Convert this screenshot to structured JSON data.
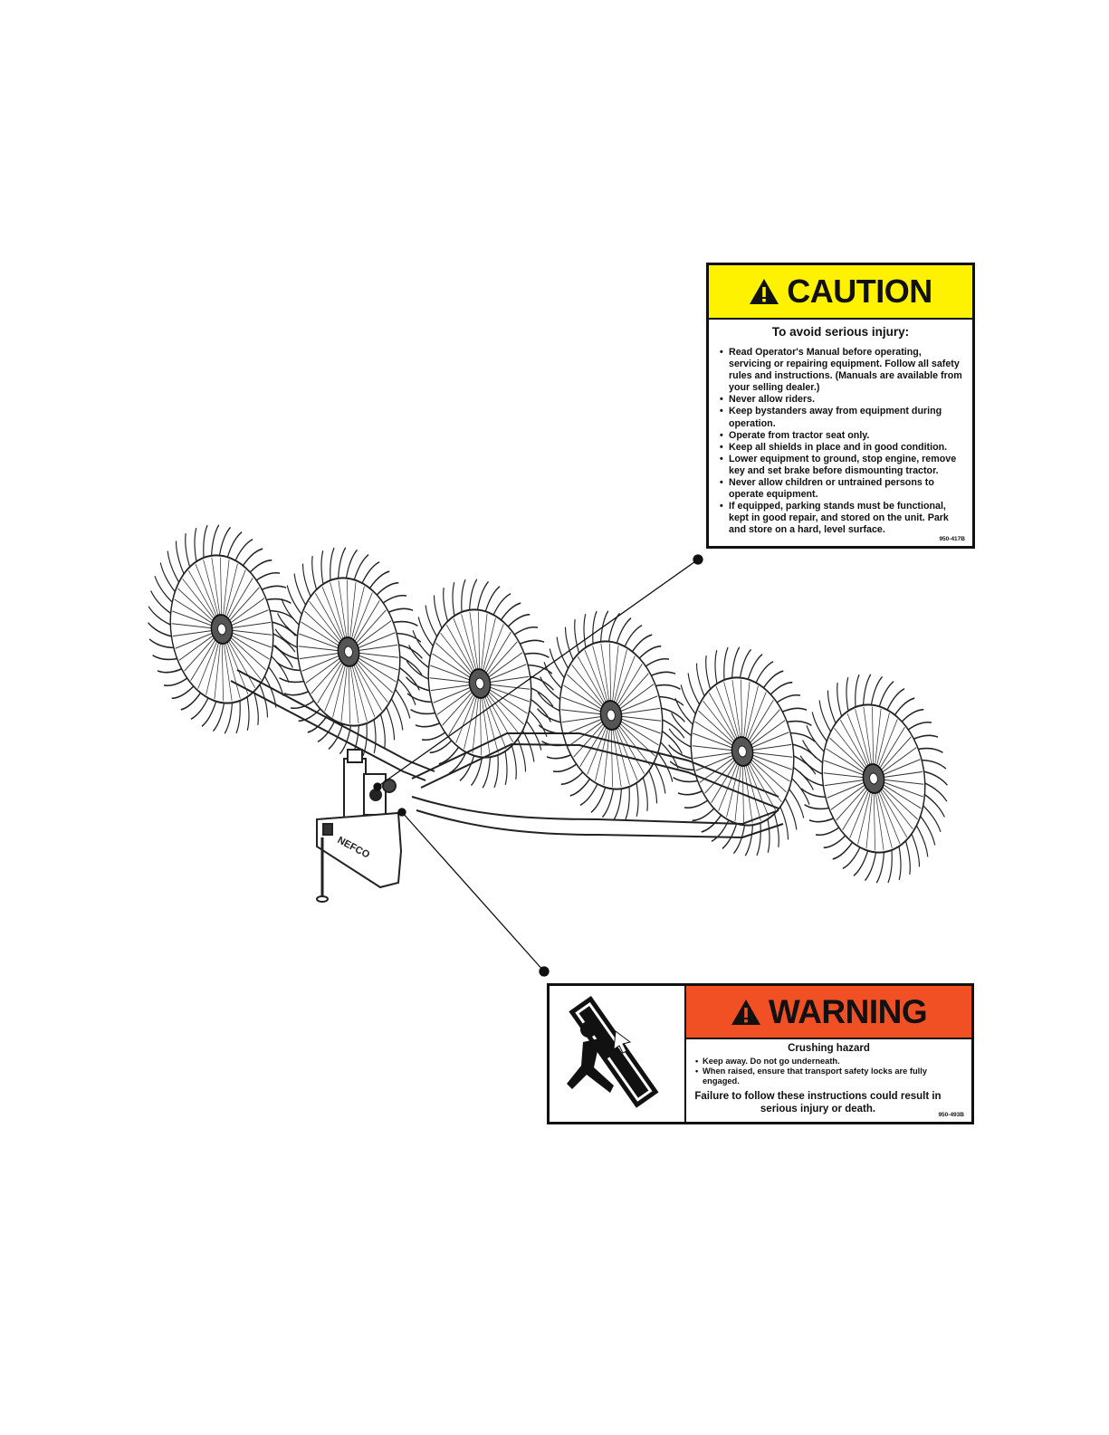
{
  "caution_decal": {
    "signal_word": "CAUTION",
    "title": "To avoid serious injury:",
    "items": [
      "Read Operator's Manual before operating, servicing or repairing equipment. Follow all safety rules and instructions. (Manuals are available from your selling dealer.)",
      "Never allow riders.",
      "Keep bystanders away from equipment during operation.",
      "Operate from tractor seat only.",
      "Keep all shields in place and in good condition.",
      "Lower equipment to ground, stop engine, remove key and set brake before dismounting tractor.",
      "Never allow children or untrained persons to operate equipment.",
      "If equipped, parking stands must be functional, kept in good repair, and stored on the unit. Park and store on a hard, level surface."
    ],
    "part_number": "950-417B",
    "header_color": "#fff200"
  },
  "warning_decal": {
    "signal_word": "WARNING",
    "title": "Crushing hazard",
    "items": [
      "Keep away.  Do not go underneath.",
      "When raised, ensure that transport safety locks are fully engaged."
    ],
    "footer": "Failure to follow these instructions could result in serious injury or death.",
    "part_number": "950-493B",
    "header_color": "#f05023",
    "pictogram": "crushing-hazard-icon"
  },
  "machine": {
    "brand_label": "NEFCO",
    "wheel_count": 6
  }
}
